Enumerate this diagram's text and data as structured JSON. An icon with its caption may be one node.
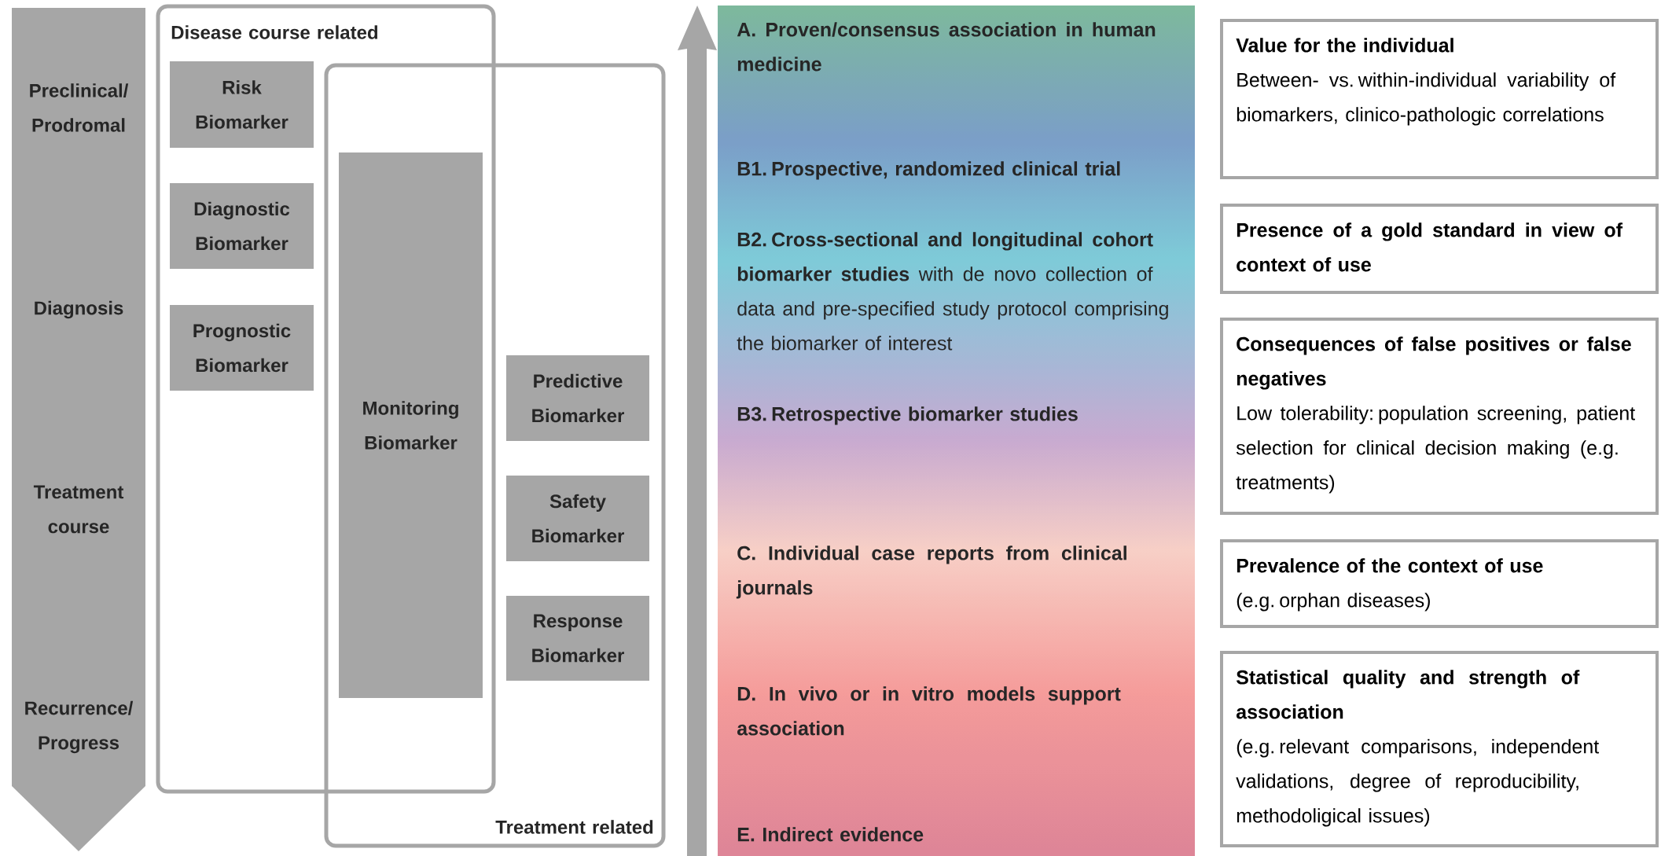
{
  "diagram": {
    "nodes": [
      {
        "text": [
          "Preclinical/ Prodromal",
          "Diagnosis",
          "Treatment course",
          "Recurrence/ Progress"
        ]
      },
      {
        "text": [
          "Disease course related"
        ]
      },
      {
        "text": [
          "Risk Biomarker"
        ],
        "in": 1
      },
      {
        "text": [
          "Diagnostic Biomarker"
        ],
        "in": 1
      },
      {
        "text": [
          "Prognostic Biomarker"
        ],
        "in": 1
      },
      {
        "text": [
          "Treatment related"
        ]
      },
      {
        "text": [
          "Monitoring Biomarker"
        ]
      },
      {
        "text": [
          "Predictive Biomarker"
        ],
        "in": 5
      },
      {
        "text": [
          "Safety Biomarker"
        ],
        "in": 5
      },
      {
        "text": [
          "Response Biomarker"
        ],
        "in": 5
      },
      {
        "text": [
          "A. Proven/consensus association in human medicine",
          "B1. Prospective, randomized clinical trial",
          "**B2. Cross-sectional and longitudinal cohort biomarker studies** with de novo collection of data and pre-specified study protocol comprising the biomarker of interest",
          "B3. Retrospective biomarker studies",
          "C. Individual case reports from clinical journals",
          "D. In vivo or in vitro models support association",
          "E. Indirect evidence"
        ]
      },
      {
        "text": [
          "Value for the individual",
          "Between- vs. within-individual variability of biomarkers, clinico-pathologic correlations"
        ]
      },
      {
        "text": [
          "Presence of a gold standard in view of context of use"
        ]
      },
      {
        "text": [
          "Consequences of false positives or false negatives",
          "Low tolerability: population screening, patient selection for clinical decision making (e.g. treatments)"
        ]
      },
      {
        "text": [
          "Prevalence of the context of use",
          "(e.g. orphan diseases)"
        ]
      },
      {
        "text": [
          "Statistical quality and strength of association",
          "(e.g. relevant comparisons, independent validations, degree of reproducibility, methodoligical issues)"
        ]
      },
      {
        "text": [],
        "shape": "arrow"
      }
    ]
  }
}
